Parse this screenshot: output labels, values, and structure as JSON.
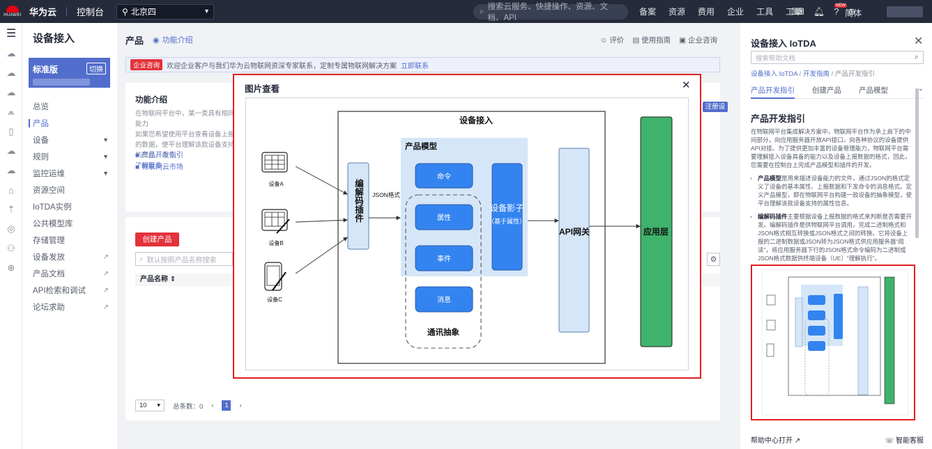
{
  "topbar": {
    "logo_text": "HUAWEI",
    "brand": "华为云",
    "console": "控制台",
    "region": "北京四",
    "search_placeholder": "搜索云服务、快捷操作、资源、文档、API",
    "nav": [
      "备案",
      "资源",
      "费用",
      "企业",
      "工具",
      "工单"
    ],
    "new_badge": "NEW",
    "language": "简体"
  },
  "sidebar": {
    "title": "设备接入",
    "edition": "标准版",
    "switch_label": "切换",
    "items": [
      {
        "label": "总览"
      },
      {
        "label": "产品",
        "active": true
      },
      {
        "label": "设备",
        "expand": true
      },
      {
        "label": "规则",
        "expand": true
      },
      {
        "label": "监控运维",
        "expand": true
      },
      {
        "label": "资源空间"
      },
      {
        "label": "IoTDA实例"
      },
      {
        "label": "公共模型库"
      },
      {
        "label": "存储管理"
      },
      {
        "label": "设备发放",
        "external": true
      },
      {
        "label": "产品文档",
        "external": true
      },
      {
        "label": "API检索和调试",
        "external": true
      },
      {
        "label": "论坛求助",
        "external": true
      }
    ]
  },
  "main": {
    "title": "产品",
    "intro_link": "功能介绍",
    "actions": [
      "评价",
      "使用指南",
      "企业咨询"
    ],
    "banner": {
      "tag": "企业咨询",
      "text": "欢迎企业客户与我们华为云物联网资深专家联系，定制专属物联网解决方案",
      "link": "立即联系"
    },
    "feature": {
      "title": "功能介绍",
      "desc1": "在物联网平台中，某一类具有相同能力",
      "desc2": "如果您希望使用平台查看设备上报的数据，使平台理解该款设备支持的属性、命令",
      "more": "了解更多",
      "links": [
        "产品开发指引",
        "物联网云市场"
      ],
      "register_btn": "注册设备"
    },
    "products": {
      "create_btn": "创建产品",
      "search_placeholder": "默认按照产品名称搜索",
      "column": "产品名称",
      "page_size": "10",
      "total": "总条数：0",
      "page": "1"
    }
  },
  "dialog": {
    "title": "图片查看",
    "diagram": {
      "outer_title": "设备接入",
      "model_title": "产品模型",
      "devices": [
        "设备A",
        "设备B",
        "设备C"
      ],
      "codec": "编解码插件",
      "json_label": "JSON格式",
      "model_items": [
        "命令",
        "属性",
        "事件",
        "消息"
      ],
      "comm_abstract": "通讯抽象",
      "shadow_main": "设备影子",
      "shadow_sub": "（基于属性）",
      "api_gateway": "API网关",
      "app_layer": "应用层"
    }
  },
  "help": {
    "title": "设备接入 IoTDA",
    "search_placeholder": "搜索帮助文档",
    "breadcrumb": [
      "设备接入 IoTDA",
      "开发指南",
      "产品开发指引"
    ],
    "tabs": [
      "产品开发指引",
      "创建产品",
      "产品模型"
    ],
    "heading": "产品开发指引",
    "intro": "在物联网平台集成解决方案中，物联网平台作为承上启下的中间部分，向应用服务器开放API接口，向各种协议的设备提供API对接。为了提供更加丰富的设备管理能力，物联网平台需要理解接入设备具备的能力以及设备上报数据的格式，因此，您需要在控制台上完成产品模型和插件的开发。",
    "bullet1_term": "产品模型",
    "bullet1": "是用来描述设备能力的文件，通过JSON的格式定义了设备的基本属性、上报数据和下发命令的消息格式。定义产品模型，即在物联网平台构建一款设备的抽象模型，使平台理解该款设备支持的属性信息。",
    "bullet2_term": "编解码插件",
    "bullet2": "主要根据设备上报数据的格式来判断是否需要开发。编解码插件是供物联网平台调用，完成二进制格式和JSON格式相互转换或JSON格式之间的转换。它将设备上报的二进制数据或JSON转为JSON格式供应用服务器“阅读”，将应用服务器下行的JSON格式命令编码为二进制或JSON格式数据供终端设备（UE）“理解执行”。",
    "footer_left": "帮助中心打开",
    "footer_right": "智能客服"
  }
}
